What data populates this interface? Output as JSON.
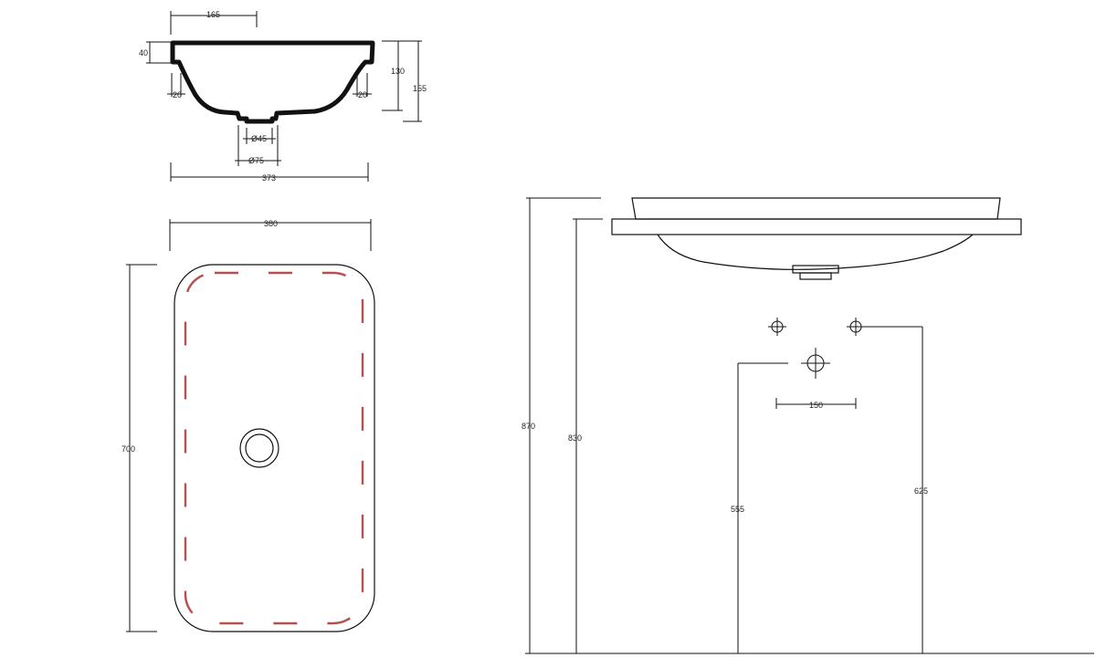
{
  "section_view": {
    "dims": {
      "top_offset": "165",
      "rim_height": "40",
      "wall_left": "20",
      "wall_right": "20",
      "inner_height": "130",
      "total_height": "155",
      "drain_inner": "Ø45",
      "drain_outer": "Ø75",
      "overall_width": "373"
    }
  },
  "top_view": {
    "dims": {
      "width": "380",
      "length": "700"
    },
    "colors": {
      "inner_dash": "#b5504f"
    }
  },
  "side_view": {
    "dims": {
      "total_height": "870",
      "counter_height": "830",
      "tap_spacing": "150",
      "drain_height": "555",
      "tap_height": "625"
    }
  }
}
